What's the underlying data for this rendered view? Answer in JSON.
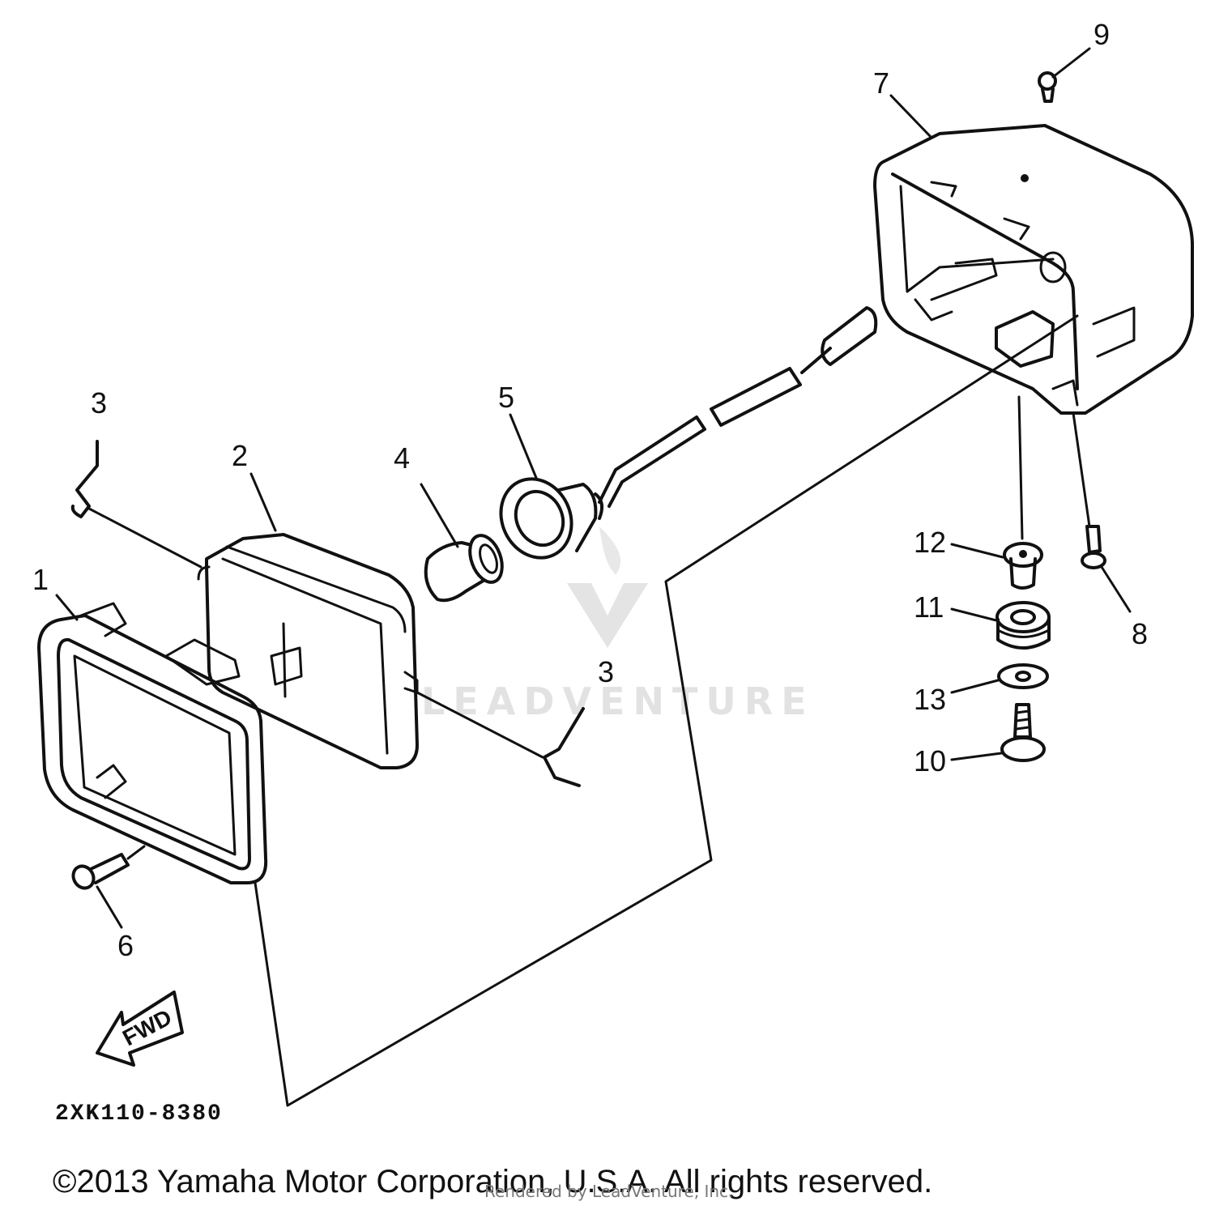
{
  "parts": [
    {
      "number": "1"
    },
    {
      "number": "2"
    },
    {
      "number": "3"
    },
    {
      "number": "3"
    },
    {
      "number": "4"
    },
    {
      "number": "5"
    },
    {
      "number": "6"
    },
    {
      "number": "7"
    },
    {
      "number": "8"
    },
    {
      "number": "9"
    },
    {
      "number": "10"
    },
    {
      "number": "11"
    },
    {
      "number": "12"
    },
    {
      "number": "13"
    }
  ],
  "direction_arrow": {
    "label": "FWD"
  },
  "diagram_code": "2XK110-8380",
  "watermark": {
    "brand": "LEADVENTURE",
    "rendered_by": "Rendered by LeadVenture, Inc."
  },
  "copyright": "©2013 Yamaha Motor Corporation, U.S.A. All rights reserved."
}
